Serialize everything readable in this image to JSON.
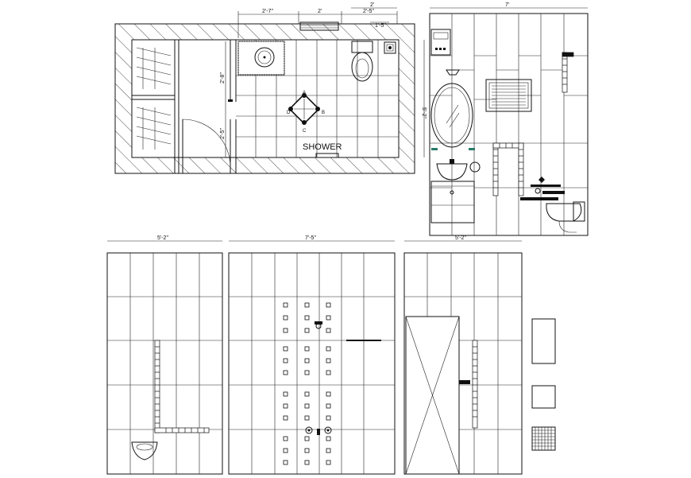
{
  "plan": {
    "shower_label": "SHOWER",
    "dims_top": [
      "2'-7\"",
      "2'",
      "2'-5\"",
      "2'"
    ],
    "dim_small": "1'-5\"",
    "dims_left": [
      "2'-8\"",
      "2'-5\""
    ],
    "dim_right": "5'-2\"",
    "drain_marks": [
      "A",
      "B",
      "C",
      "D"
    ]
  },
  "elevation_right": {
    "dim_top": "7'"
  },
  "elevations_bottom": {
    "dims": [
      "5'-2\"",
      "7'-5\"",
      "5'-2\""
    ]
  }
}
